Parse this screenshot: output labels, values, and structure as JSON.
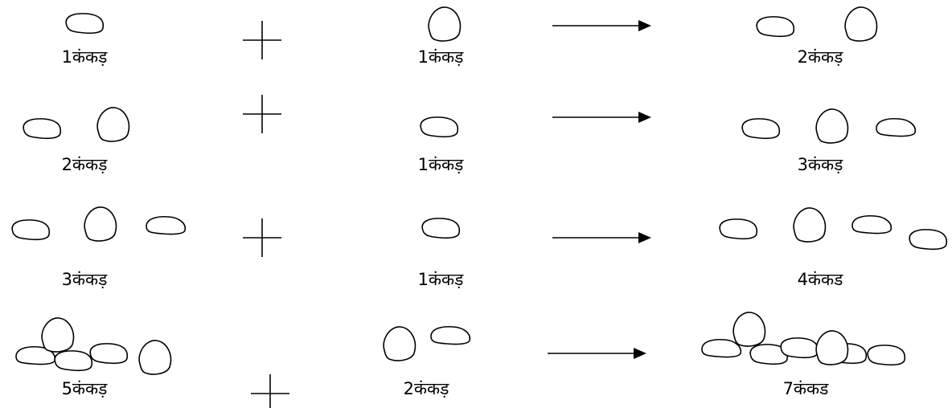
{
  "colors": {
    "line": "#000000",
    "background": "#ffffff"
  },
  "operators": {
    "plus": "+",
    "arrow": "→"
  },
  "rows": [
    {
      "left_label": "1कंकड़",
      "left_count": 1,
      "right_label": "1कंकड़",
      "right_count": 1,
      "result_label": "2कंकड़",
      "result_count": 2
    },
    {
      "left_label": "2कंकड़",
      "left_count": 2,
      "right_label": "1कंकड़",
      "right_count": 1,
      "result_label": "3कंकड़",
      "result_count": 3
    },
    {
      "left_label": "3कंकड़",
      "left_count": 3,
      "right_label": "1कंकड़",
      "right_count": 1,
      "result_label": "4कंकड",
      "result_count": 4
    },
    {
      "left_label": "5कंकड़",
      "left_count": 5,
      "right_label": "2कंकड़",
      "right_count": 2,
      "result_label": "7कंकड",
      "result_count": 7
    }
  ]
}
